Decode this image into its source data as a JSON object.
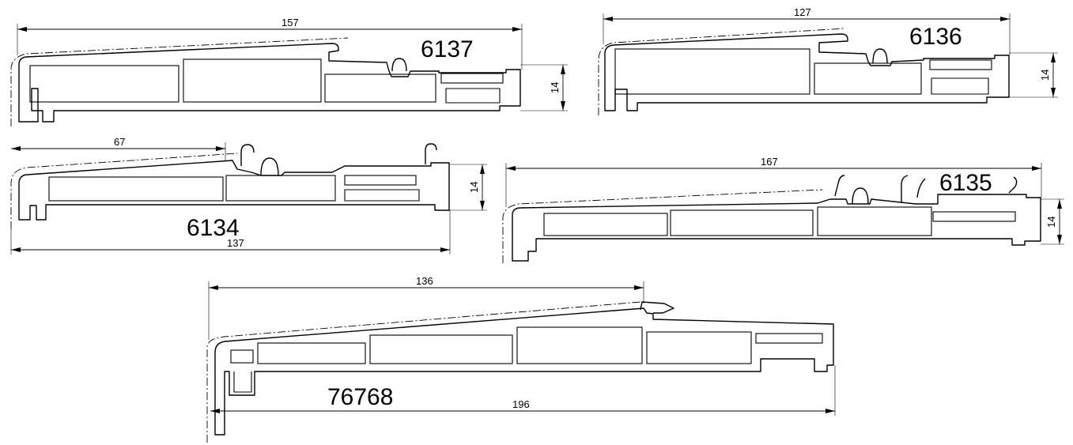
{
  "profiles": [
    {
      "code": "6137",
      "width": "157",
      "height": "14"
    },
    {
      "code": "6136",
      "width": "127",
      "height": "14"
    },
    {
      "code": "6134",
      "partial": "67",
      "width": "137",
      "height": "14"
    },
    {
      "code": "6135",
      "width": "167",
      "height": "14"
    },
    {
      "code": "76768",
      "partial": "136",
      "width": "196"
    }
  ]
}
